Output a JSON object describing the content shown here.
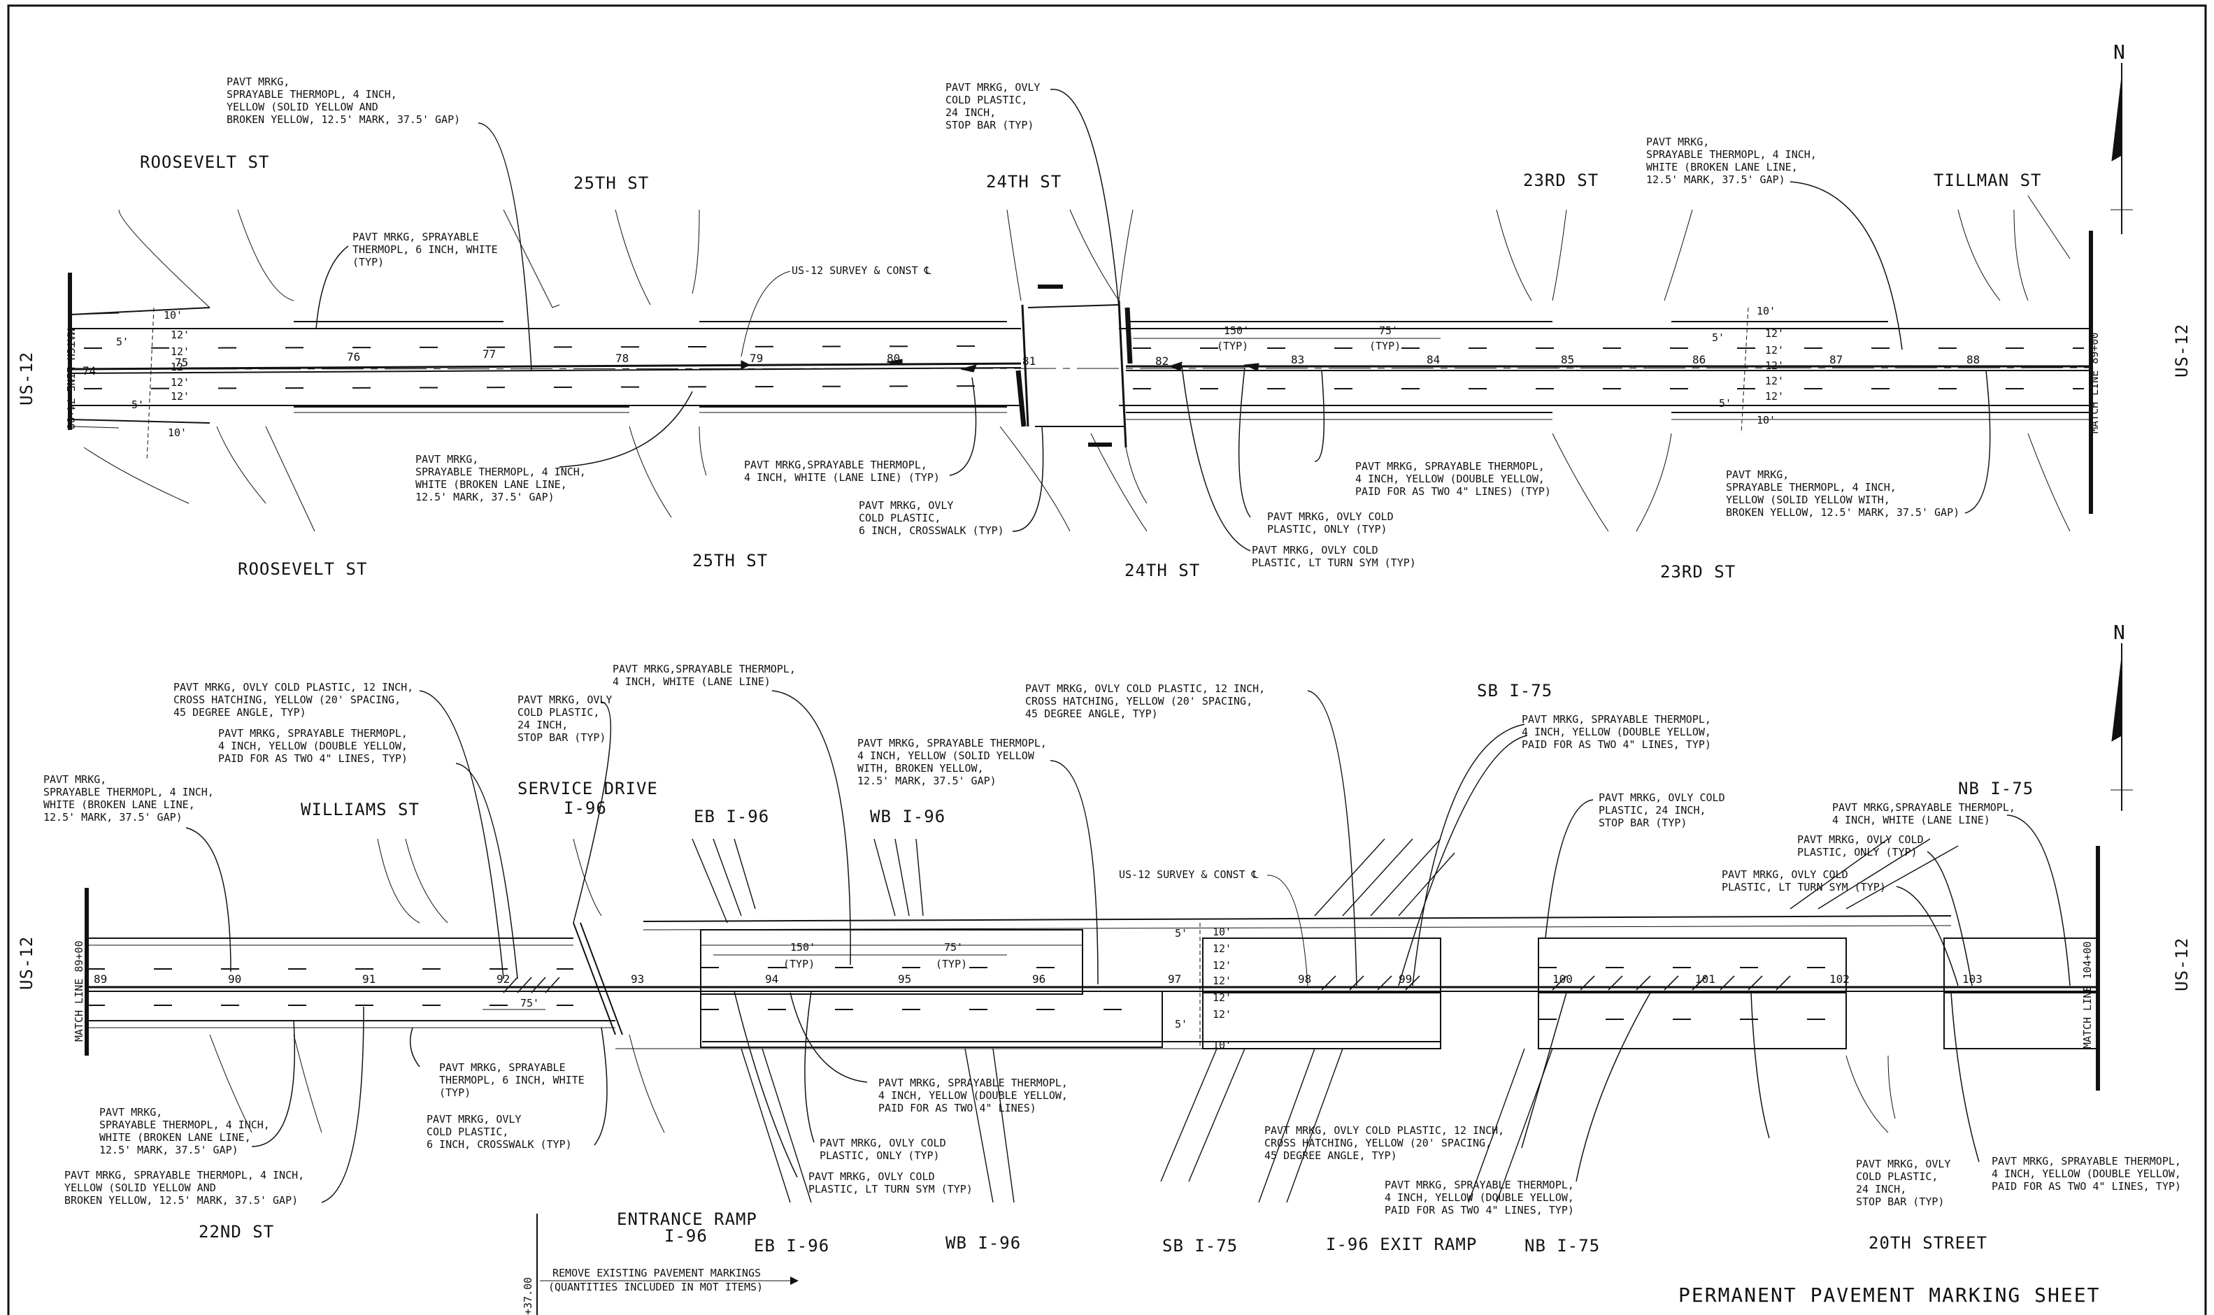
{
  "sheet_title": "PERMANENT PAVEMENT MARKING SHEET",
  "north_label": "N",
  "route_label": "US-12",
  "top": {
    "streets_above": [
      "ROOSEVELT ST",
      "25TH ST",
      "24TH ST",
      "23RD ST",
      "TILLMAN ST"
    ],
    "streets_below": [
      "ROOSEVELT ST",
      "25TH ST",
      "24TH ST",
      "23RD ST"
    ],
    "match_left": "MATCH LINE 74+00",
    "match_right": "MATCH LINE 89+00",
    "stations": [
      "74",
      "75",
      "76",
      "77",
      "78",
      "79",
      "80",
      "81",
      "82",
      "83",
      "84",
      "85",
      "86",
      "87",
      "88"
    ],
    "lane_dims_left": [
      "10'",
      "5'",
      "12'",
      "12'",
      "12'",
      "12'",
      "12'",
      "5'",
      "10'"
    ],
    "lane_dims_right": [
      "10'",
      "5'",
      "12'",
      "12'",
      "12'",
      "12'",
      "12'",
      "5'",
      "10'"
    ],
    "dim_150": "150'",
    "dim_75": "75'",
    "typ": "(TYP)",
    "survey": "US-12 SURVEY & CONST ℄",
    "notes": [
      [
        "PAVT MRKG,",
        "SPRAYABLE THERMOPL, 4 INCH,",
        "YELLOW (SOLID YELLOW AND",
        "BROKEN YELLOW, 12.5' MARK, 37.5' GAP)"
      ],
      [
        "PAVT MRKG, SPRAYABLE",
        "THERMOPL, 6 INCH, WHITE",
        "(TYP)"
      ],
      [
        "PAVT MRKG, OVLY",
        "COLD PLASTIC,",
        "24 INCH,",
        "STOP BAR (TYP)"
      ],
      [
        "PAVT MRKG,",
        "SPRAYABLE THERMOPL, 4 INCH,",
        "WHITE (BROKEN LANE LINE,",
        "12.5' MARK, 37.5' GAP)"
      ],
      [
        "PAVT MRKG,",
        "SPRAYABLE THERMOPL, 4 INCH,",
        "WHITE (BROKEN LANE LINE,",
        "12.5' MARK, 37.5' GAP)"
      ],
      [
        "PAVT MRKG,SPRAYABLE THERMOPL,",
        "4 INCH, WHITE (LANE LINE) (TYP)"
      ],
      [
        "PAVT MRKG, OVLY",
        "COLD PLASTIC,",
        "6 INCH, CROSSWALK (TYP)"
      ],
      [
        "PAVT MRKG, SPRAYABLE THERMOPL,",
        "4 INCH, YELLOW (DOUBLE YELLOW,",
        "PAID FOR AS TWO 4\" LINES) (TYP)"
      ],
      [
        "PAVT MRKG, OVLY COLD",
        "PLASTIC, ONLY (TYP)"
      ],
      [
        "PAVT MRKG, OVLY COLD",
        "PLASTIC, LT TURN SYM (TYP)"
      ],
      [
        "PAVT MRKG,",
        "SPRAYABLE THERMOPL, 4 INCH,",
        "YELLOW (SOLID YELLOW WITH,",
        "BROKEN YELLOW, 12.5' MARK, 37.5' GAP)"
      ]
    ]
  },
  "bottom": {
    "streets_above": [
      "WILLIAMS ST",
      "SERVICE DRIVE",
      "I-96",
      "EB I-96",
      "WB I-96",
      "SB I-75",
      "NB I-75"
    ],
    "streets_below": [
      "22ND ST",
      "ENTRANCE RAMP",
      "I-96",
      "EB I-96",
      "WB I-96",
      "SB I-75",
      "I-96 EXIT RAMP",
      "NB I-75",
      "20TH STREET"
    ],
    "match_left": "MATCH LINE 89+00",
    "match_right": "MATCH LINE 104+00",
    "stations": [
      "89",
      "90",
      "91",
      "92",
      "93",
      "94",
      "95",
      "96",
      "97",
      "98",
      "99",
      "100",
      "101",
      "102",
      "103"
    ],
    "lane_dims": [
      "5'",
      "10'",
      "12'",
      "12'",
      "12'",
      "12'",
      "12'",
      "5'",
      "10'"
    ],
    "dim_150": "150'",
    "dim_75": "75'",
    "typ": "(TYP)",
    "dim_75b": "75'",
    "survey": "US-12 SURVEY & CONST ℄",
    "remove_note": [
      "REMOVE EXISTING PAVEMENT MARKINGS",
      "(QUANTITIES INCLUDED IN MOT ITEMS)"
    ],
    "remove_station": "+37.00",
    "notes": [
      [
        "PAVT MRKG, OVLY COLD PLASTIC, 12 INCH,",
        "CROSS HATCHING, YELLOW (20' SPACING,",
        "45 DEGREE ANGLE, TYP)"
      ],
      [
        "PAVT MRKG, SPRAYABLE THERMOPL,",
        "4 INCH, YELLOW (DOUBLE YELLOW,",
        "PAID FOR AS TWO 4\" LINES, TYP)"
      ],
      [
        "PAVT MRKG, OVLY",
        "COLD PLASTIC,",
        "24 INCH,",
        "STOP BAR (TYP)"
      ],
      [
        "PAVT MRKG,SPRAYABLE THERMOPL,",
        "4 INCH, WHITE (LANE LINE)"
      ],
      [
        "PAVT MRKG,",
        "SPRAYABLE THERMOPL, 4 INCH,",
        "WHITE (BROKEN LANE LINE,",
        "12.5' MARK, 37.5' GAP)"
      ],
      [
        "PAVT MRKG, SPRAYABLE THERMOPL,",
        "4 INCH, YELLOW (SOLID YELLOW",
        "WITH, BROKEN YELLOW,",
        "12.5' MARK, 37.5' GAP)"
      ],
      [
        "PAVT MRKG, OVLY COLD PLASTIC, 12 INCH,",
        "CROSS HATCHING, YELLOW (20' SPACING,",
        "45 DEGREE ANGLE, TYP)"
      ],
      [
        "PAVT MRKG, SPRAYABLE THERMOPL,",
        "4 INCH, YELLOW (DOUBLE YELLOW,",
        "PAID FOR AS TWO 4\" LINES, TYP)"
      ],
      [
        "PAVT MRKG, OVLY COLD",
        "PLASTIC, 24 INCH,",
        "STOP BAR (TYP)"
      ],
      [
        "PAVT MRKG,SPRAYABLE THERMOPL,",
        "4 INCH, WHITE (LANE LINE)"
      ],
      [
        "PAVT MRKG, OVLY COLD",
        "PLASTIC, ONLY (TYP)"
      ],
      [
        "PAVT MRKG, OVLY COLD",
        "PLASTIC, LT TURN SYM (TYP)"
      ],
      [
        "PAVT MRKG, SPRAYABLE",
        "THERMOPL, 6 INCH, WHITE",
        "(TYP)"
      ],
      [
        "PAVT MRKG, OVLY",
        "COLD PLASTIC,",
        "6 INCH, CROSSWALK (TYP)"
      ],
      [
        "PAVT MRKG,",
        "SPRAYABLE THERMOPL, 4 INCH,",
        "WHITE (BROKEN LANE LINE,",
        "12.5' MARK, 37.5' GAP)"
      ],
      [
        "PAVT MRKG, SPRAYABLE THERMOPL, 4 INCH,",
        "YELLOW (SOLID YELLOW AND",
        "BROKEN YELLOW, 12.5' MARK, 37.5' GAP)"
      ],
      [
        "PAVT MRKG, SPRAYABLE THERMOPL,",
        "4 INCH, YELLOW (DOUBLE YELLOW,",
        "PAID FOR AS TWO 4\" LINES)"
      ],
      [
        "PAVT MRKG, OVLY COLD",
        "PLASTIC, ONLY (TYP)"
      ],
      [
        "PAVT MRKG, OVLY COLD",
        "PLASTIC, LT TURN SYM (TYP)"
      ],
      [
        "PAVT MRKG, OVLY COLD PLASTIC, 12 INCH,",
        "CROSS HATCHING, YELLOW (20' SPACING,",
        "45 DEGREE ANGLE, TYP)"
      ],
      [
        "PAVT MRKG, SPRAYABLE THERMOPL,",
        "4 INCH, YELLOW (DOUBLE YELLOW,",
        "PAID FOR AS TWO 4\" LINES, TYP)"
      ],
      [
        "PAVT MRKG, OVLY",
        "COLD PLASTIC,",
        "24 INCH,",
        "STOP BAR (TYP)"
      ],
      [
        "PAVT MRKG, SPRAYABLE THERMOPL,",
        "4 INCH, YELLOW (DOUBLE YELLOW,",
        "PAID FOR AS TWO 4\" LINES, TYP)"
      ]
    ]
  }
}
